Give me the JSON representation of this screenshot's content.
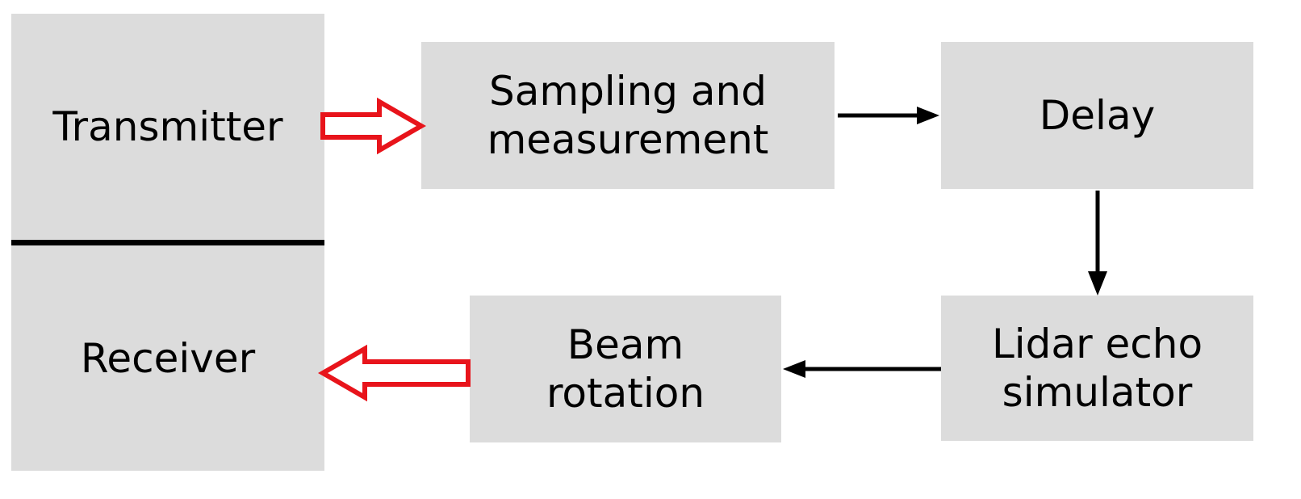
{
  "diagram": {
    "nodes": {
      "transmitter": "Transmitter",
      "receiver": "Receiver",
      "sampling": "Sampling and\nmeasurement",
      "delay": "Delay",
      "lidar": "Lidar echo\nsimulator",
      "beam": "Beam\nrotation"
    },
    "edges": [
      {
        "from": "transmitter",
        "to": "sampling",
        "style": "hollow-red"
      },
      {
        "from": "sampling",
        "to": "delay",
        "style": "solid-black"
      },
      {
        "from": "delay",
        "to": "lidar",
        "style": "solid-black"
      },
      {
        "from": "lidar",
        "to": "beam",
        "style": "solid-black"
      },
      {
        "from": "beam",
        "to": "receiver",
        "style": "hollow-red"
      }
    ],
    "colors": {
      "box_fill": "#dcdcdc",
      "hollow_arrow": "#e8141b",
      "solid_arrow": "#000000"
    }
  }
}
